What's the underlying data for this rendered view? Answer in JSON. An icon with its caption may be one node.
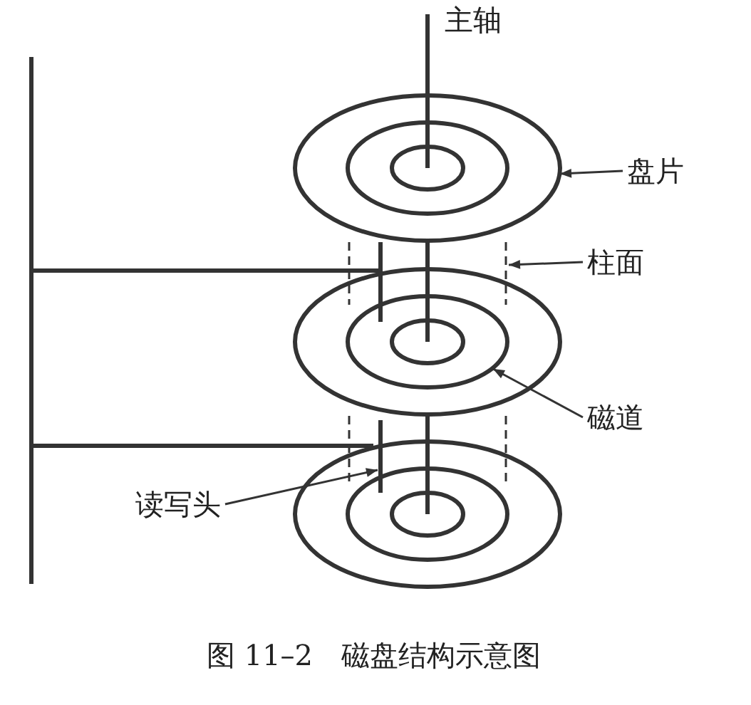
{
  "diagram": {
    "caption": "图 11–2　磁盘结构示意图",
    "nodes": [
      {
        "text": [
          "盘片"
        ]
      },
      {
        "text": [],
        "shape": "circle"
      },
      {
        "text": [
          "柱面"
        ]
      },
      {
        "text": [],
        "shape": "line"
      },
      {
        "text": [
          "磁道"
        ]
      },
      {
        "text": [],
        "shape": "circle"
      },
      {
        "text": [
          "读写头"
        ]
      },
      {
        "text": [],
        "shape": "bar"
      }
    ],
    "edges": [
      {
        "from": 0,
        "to": 1,
        "arrow": "to"
      },
      {
        "from": 2,
        "to": 3,
        "arrow": "to"
      },
      {
        "from": 4,
        "to": 5,
        "arrow": "to"
      },
      {
        "from": 6,
        "to": 7,
        "arrow": "to"
      }
    ],
    "labels": [
      "主轴"
    ]
  }
}
